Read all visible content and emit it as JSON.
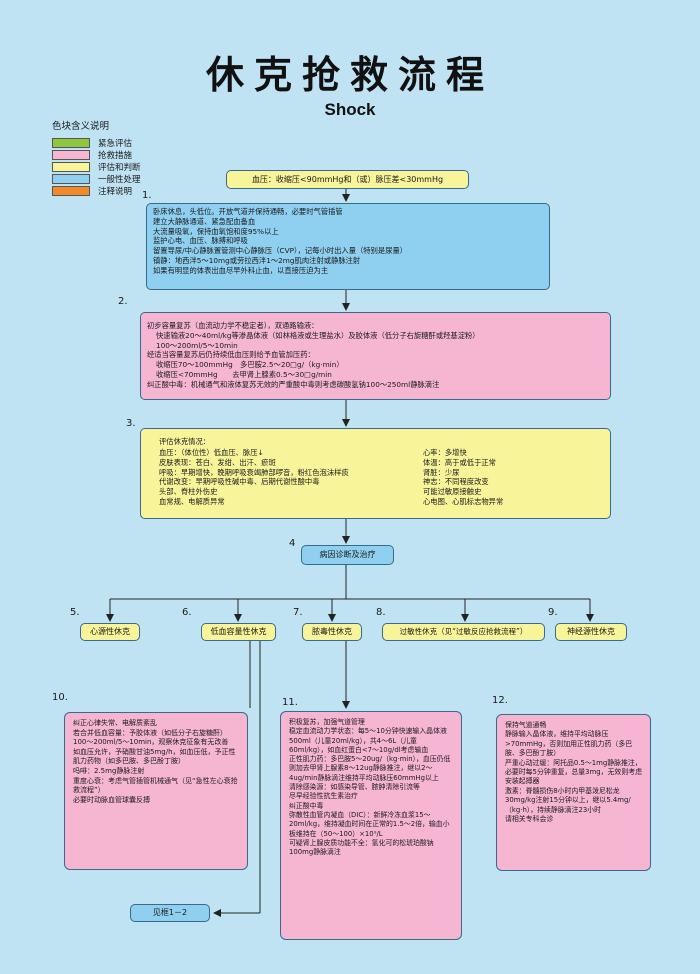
{
  "header": {
    "title": "休克抢救流程",
    "subtitle": "Shock"
  },
  "legend": {
    "title": "色块含义说明",
    "items": [
      {
        "label": "紧急评估",
        "color": "#8fc63f"
      },
      {
        "label": "抢救措施",
        "color": "#f6b6d2"
      },
      {
        "label": "评估和判断",
        "color": "#f8f49a"
      },
      {
        "label": "一般性处理",
        "color": "#8fcff0"
      },
      {
        "label": "注释说明",
        "color": "#f08a2a"
      }
    ]
  },
  "top": {
    "text": "血压：收缩压<90mmHg和（或）脉压差<30mmHg"
  },
  "steps": {
    "s1": "1.",
    "s2": "2.",
    "s3": "3.",
    "s4": "4",
    "s5": "5.",
    "s6": "6.",
    "s7": "7.",
    "s8": "8.",
    "s9": "9.",
    "s10": "10.",
    "s11": "11.",
    "s12": "12."
  },
  "box1": {
    "lines": [
      "卧床休息，头低位。开放气道并保持通畅，必要时气管插管",
      "建立大静脉通道、紧急配血备血",
      "大流量吸氧，保持血氧饱和度95%以上",
      "监护心电、血压、脉搏和呼吸",
      "留置导尿/中心静脉置管测中心静脉压（CVP），记每小时出入量（特别是尿量）",
      "镇静：地西泮5～10mg或劳拉西泮1～2mg肌肉注射或静脉注射",
      "如果有明显的体表出血尽早外科止血，以直接压迫为主"
    ]
  },
  "box2": {
    "lines": [
      "初步容量复苏（血流动力学不稳定者），双通路输液：",
      "快速输液20～40ml/kg等渗晶体液（如林格液或生理盐水）及胶体液（低分子右旋糖酐或羟基淀粉）",
      "100～200ml/5～10min",
      "经适当容量复苏后仍持续低血压则给予血管加压药：",
      "收缩压70～100mmHg　多巴胺2.5～20□g/（kg·min）",
      "收缩压<70mmHg　　去甲肾上腺素0.5～30□g/min",
      "纠正酸中毒：机械通气和液体复苏无效的严重酸中毒则考虑碳酸氢钠100～250ml静脉滴注"
    ]
  },
  "box3": {
    "header": "评估休克情况：",
    "left": [
      "血压：（体位性）低血压、脉压↓",
      "皮肤表现：苍白、发绀、出汗、瘀斑",
      "呼吸：早期增快，晚期呼吸衰竭肺部啰音，粉红色泡沫样痰",
      "代谢改变：早期呼吸性碱中毒、后期代谢性酸中毒",
      "头部、脊柱外伤史",
      "血常规、电解质异常"
    ],
    "right": [
      "心率：多增快",
      "体温：高于或低于正常",
      "肾脏：少尿",
      "神志：不同程度改变",
      "可能过敏原接触史",
      "心电图、心肌标志物异常"
    ]
  },
  "box4": {
    "text": "病因诊断及治疗"
  },
  "types": {
    "t5": "心源性休克",
    "t6": "低血容量性休克",
    "t7": "脓毒性休克",
    "t8": "过敏性休克（见“过敏反应抢救流程”）",
    "t9": "神经源性休克"
  },
  "box10": {
    "lines": [
      "纠正心律失常、电解质紊乱",
      "若合并低血容量：予胶体液（如低分子右旋糖酐）100～200ml/5～10min，观察休克征象有无改善",
      "如血压允许，予硝酸甘油5mg/h，如血压低，予正性肌力药物（如多巴胺、多巴酚丁胺）",
      "吗啡：2.5mg静脉注射",
      "重度心衰：考虑气管插管机械通气（见“急性左心衰抢救流程”）",
      "必要时动脉血管球囊反搏"
    ]
  },
  "box11": {
    "lines": [
      "积极复苏，加强气道管理",
      "稳定血流动力学状态：每5～10分钟快速输入晶体液500ml（儿童20ml/kg），共4～6L（儿童60ml/kg），如血红蛋白<7～10g/dl考虑输血",
      "正性肌力药：多巴胺5～20ug/（kg·min），血压仍低则加去甲肾上腺素8～12ug静脉推注，继以2～4ug/min静脉滴注维持平均动脉压60mmHg以上",
      "清除感染源：如感染导管、脓肿清除引流等",
      "尽早经验性抗生素治疗",
      "纠正酸中毒",
      "弥散性血管内凝血（DIC）：新鲜冷冻血浆15～20ml/kg，维持凝血时间在正常的1.5～2倍，输血小板维持在（50～100）×10⁹/L",
      "可疑肾上腺皮质功能不全：氢化可的松琥珀酸钠100mg静脉滴注"
    ]
  },
  "box12": {
    "lines": [
      "保持气道通畅",
      "静脉输入晶体液，维持平均动脉压>70mmHg，否则加用正性肌力药（多巴胺、多巴酚丁胺）",
      "严重心动过缓：阿托品0.5～1mg静脉推注，必要时每5分钟重复，总量3mg，无效则考虑安装起搏器",
      "激素：脊髓损伤8小时内甲基泼尼松龙30mg/kg注射15分钟以上，继以5.4mg/（kg·h），持续静脉滴注23小时",
      "请相关专科会诊"
    ]
  },
  "seebox": {
    "text": "见框1－2"
  }
}
